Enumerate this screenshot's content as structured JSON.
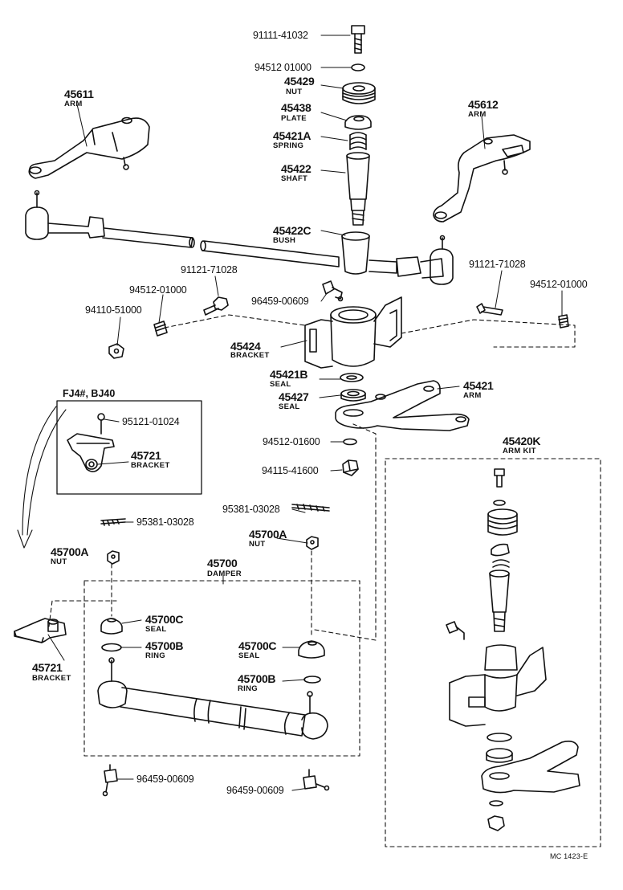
{
  "diagram": {
    "title": "",
    "code": "MC 1423-E",
    "inset_label": "FJ4#, BJ40",
    "labels": {
      "p91111_41032": "91111-41032",
      "p94512_01000_top": "94512 01000",
      "p45429": "45429",
      "n45429": "NUT",
      "p45438": "45438",
      "n45438": "PLATE",
      "p45421A": "45421A",
      "n45421A": "SPRING",
      "p45422": "45422",
      "n45422": "SHAFT",
      "p45422C": "45422C",
      "n45422C": "BUSH",
      "p45611": "45611",
      "n45611": "ARM",
      "p45612": "45612",
      "n45612": "ARM",
      "p91121_left": "91121-71028",
      "p91121_right": "91121-71028",
      "p94512_left": "94512-01000",
      "p94512_right": "94512-01000",
      "p94110": "94110-51000",
      "p96459_mid": "96459-00609",
      "p45424": "45424",
      "n45424": "BRACKET",
      "p45421B": "45421B",
      "n45421B": "SEAL",
      "p45427": "45427",
      "n45427": "SEAL",
      "p45421": "45421",
      "n45421": "ARM",
      "p95121": "95121-01024",
      "p45721_inset": "45721",
      "n45721_inset": "BRACKET",
      "p94512_01600": "94512-01600",
      "p94115": "94115-41600",
      "p45420K": "45420K",
      "n45420K": "ARM KIT",
      "p95381_left": "95381-03028",
      "p95381_right": "95381-03028",
      "p45700A_left": "45700A",
      "n45700A_left": "NUT",
      "p45700A_right": "45700A",
      "n45700A_right": "NUT",
      "p45700": "45700",
      "n45700": "DAMPER",
      "p45700C_left": "45700C",
      "n45700C_left": "SEAL",
      "p45700B_left": "45700B",
      "n45700B_left": "RING",
      "p45700C_right": "45700C",
      "n45700C_right": "SEAL",
      "p45700B_right": "45700B",
      "n45700B_right": "RING",
      "p45721": "45721",
      "n45721": "BRACKET",
      "p96459_bl": "96459-00609",
      "p96459_br": "96459-00609"
    }
  }
}
